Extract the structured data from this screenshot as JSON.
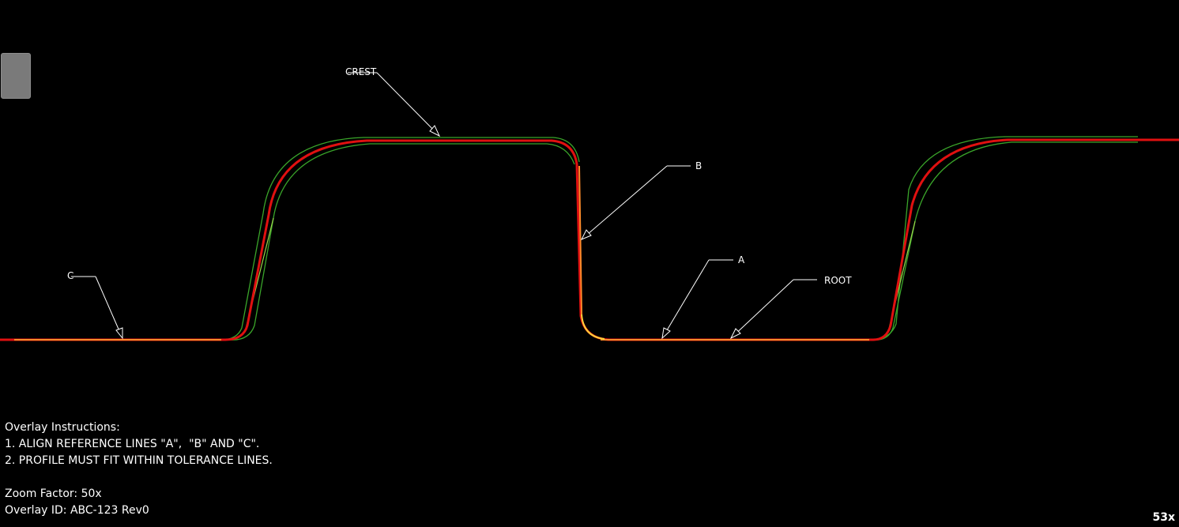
{
  "callouts": {
    "crest": "CREST",
    "b": "B",
    "a": "A",
    "root": "ROOT",
    "c": "C"
  },
  "instructions": {
    "heading": "Overlay Instructions:",
    "line1": "1. ALIGN REFERENCE LINES \"A\",  \"B\" AND \"C\".",
    "line2": "2. PROFILE MUST FIT WITHIN TOLERANCE LINES.",
    "zoom": "Zoom Factor: 50x",
    "overlay_id": "Overlay ID: ABC-123 Rev0"
  },
  "zoom_badge": "53x",
  "colors": {
    "background": "#000000",
    "profile": "#e01010",
    "tolerance": "#3aa52a",
    "tolerance_light": "#9ad64a",
    "reference": "#ff8a2a",
    "leader": "#ffffff"
  }
}
